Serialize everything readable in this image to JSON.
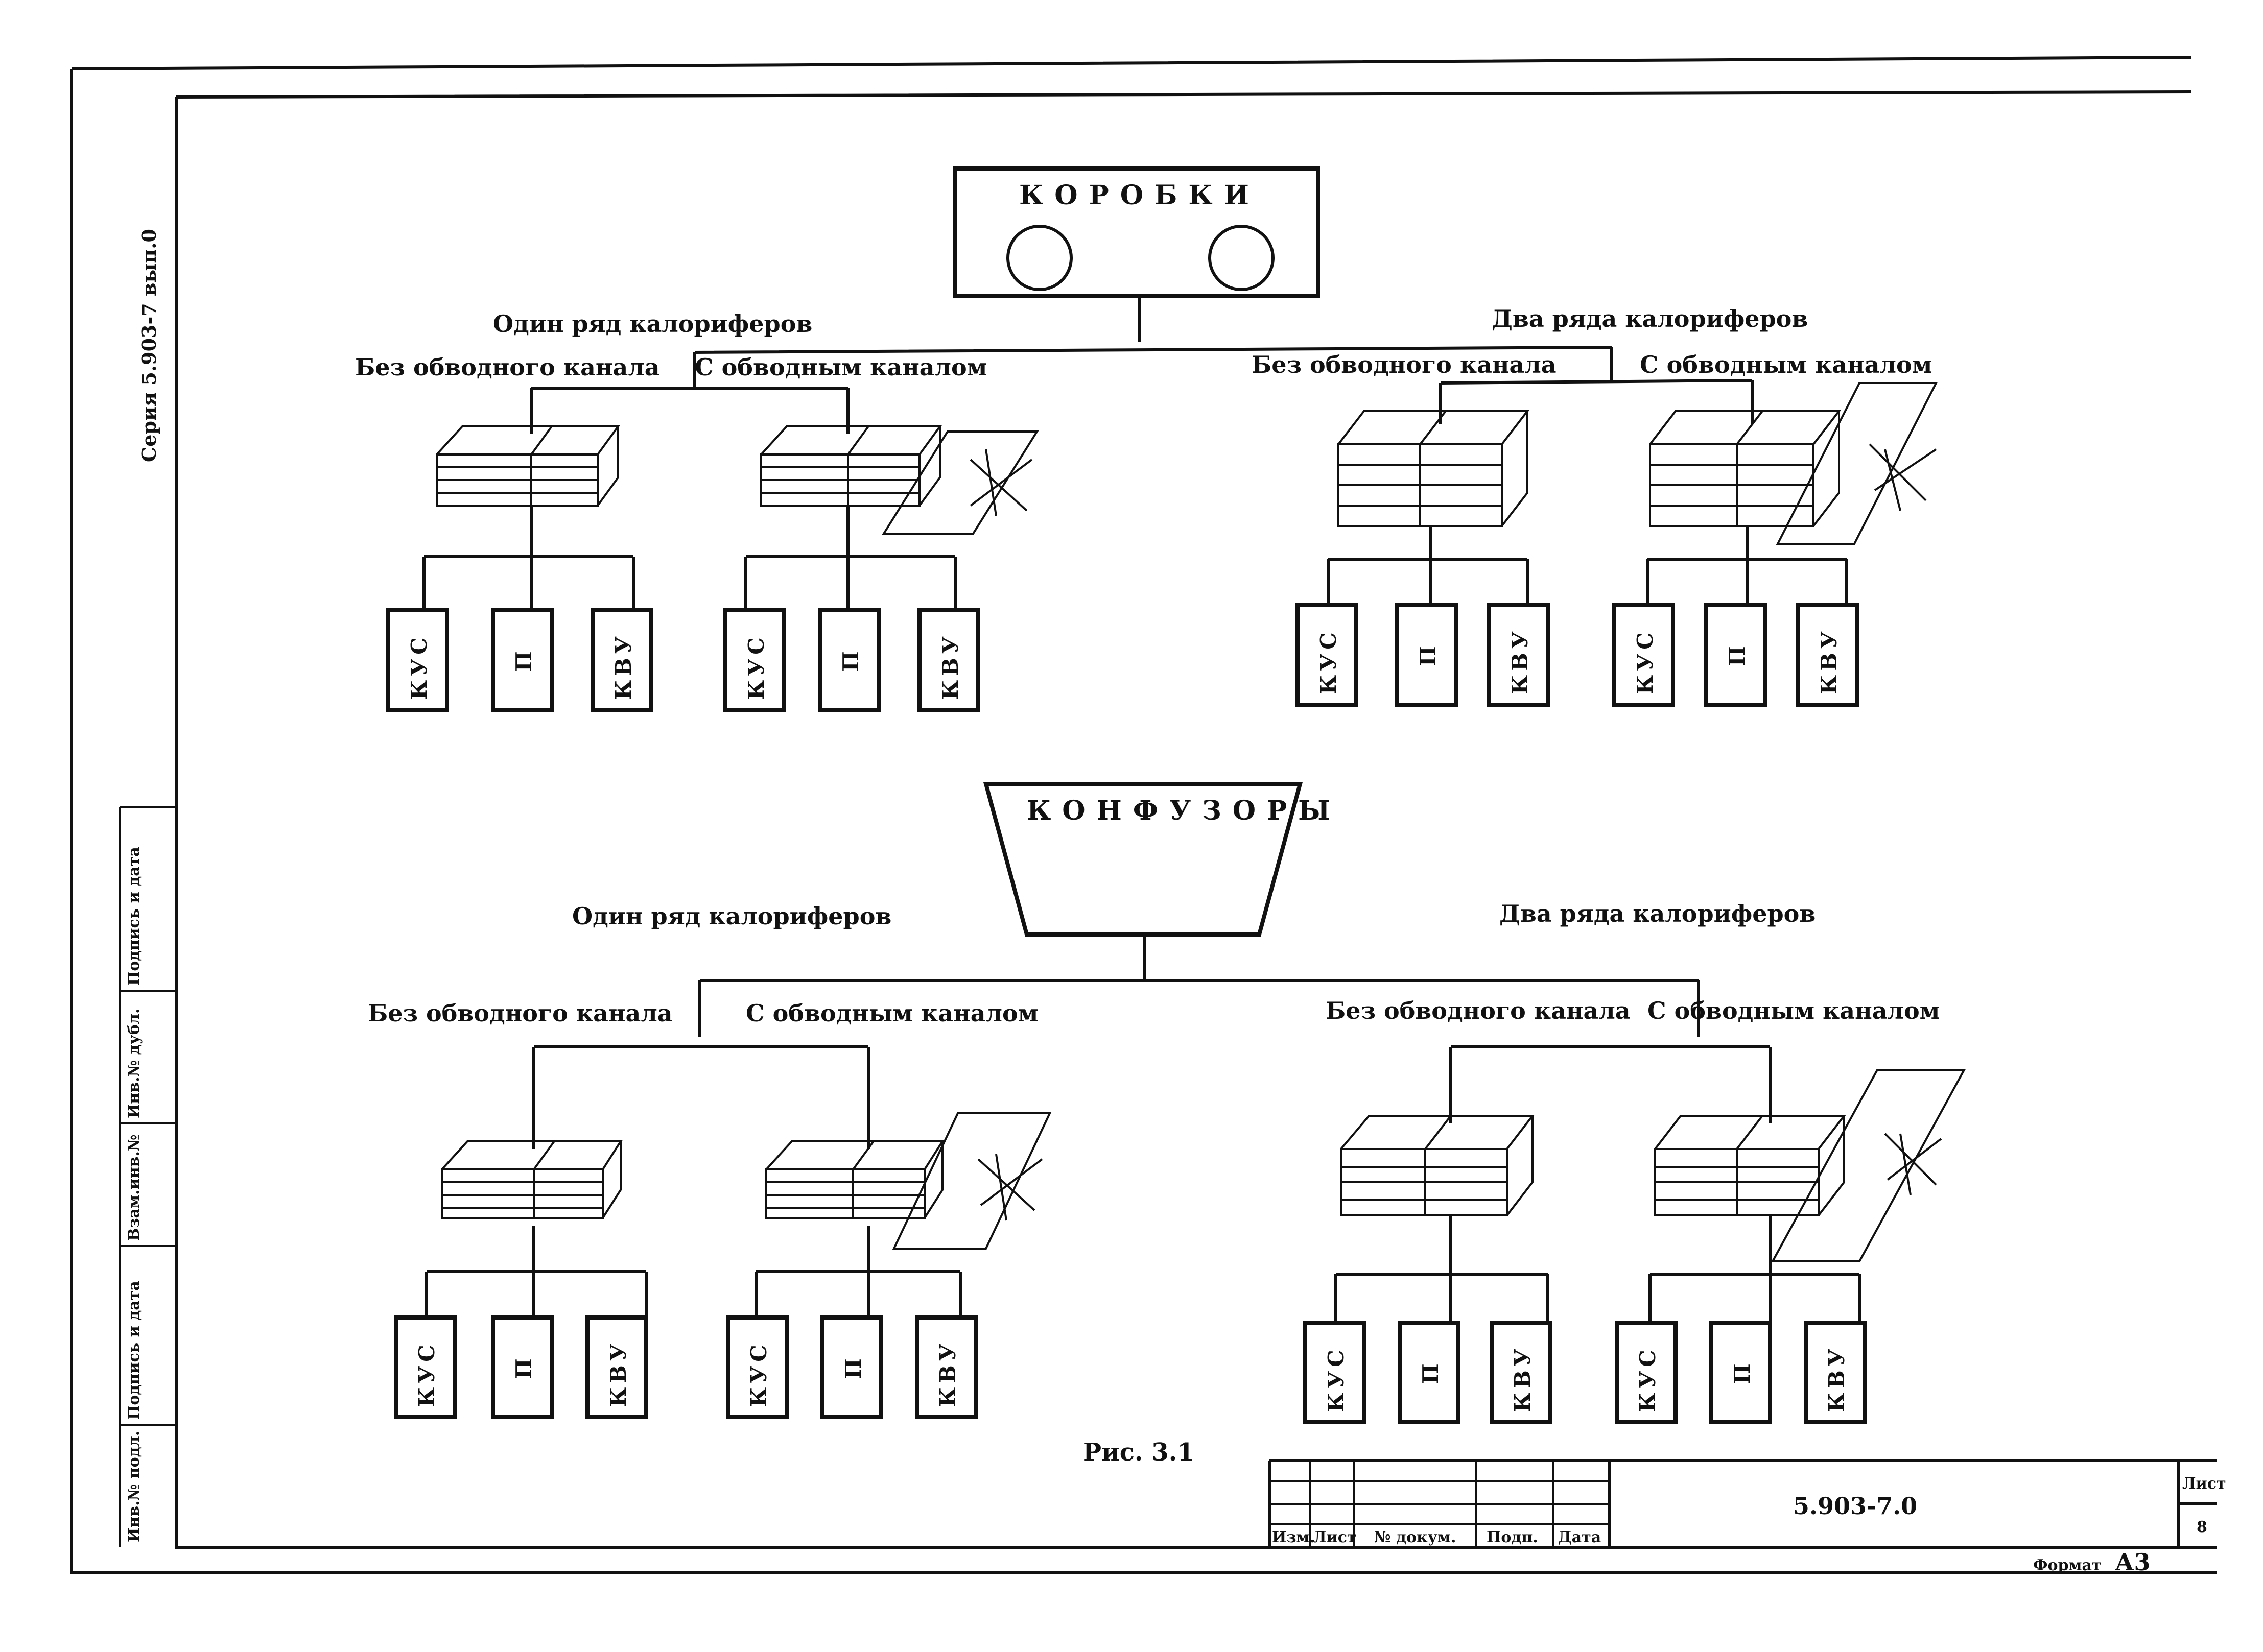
{
  "side_label": "Серия 5.903-7 вып.0",
  "side_stamps": [
    "Подпись и дата",
    "Инв.№ дубл.",
    "Взам.инв.№",
    "Подпись и дата",
    "Инв.№ подл."
  ],
  "sections": [
    {
      "title": "КОРОБКИ",
      "groups": [
        {
          "label": "Один ряд калориферов",
          "variants": [
            {
              "label": "Без обводного канала",
              "leaves": [
                "КУС",
                "П",
                "КВУ"
              ]
            },
            {
              "label": "С обводным каналом",
              "leaves": [
                "КУС",
                "П",
                "КВУ"
              ]
            }
          ]
        },
        {
          "label": "Два ряда калориферов",
          "variants": [
            {
              "label": "Без обводного канала",
              "leaves": [
                "КУС",
                "П",
                "КВУ"
              ]
            },
            {
              "label": "С обводным каналом",
              "leaves": [
                "КУС",
                "П",
                "КВУ"
              ]
            }
          ]
        }
      ]
    },
    {
      "title": "КОНФУЗОРЫ",
      "groups": [
        {
          "label": "Один ряд калориферов",
          "variants": [
            {
              "label": "Без обводного канала",
              "leaves": [
                "КУС",
                "П",
                "КВУ"
              ]
            },
            {
              "label": "С обводным каналом",
              "leaves": [
                "КУС",
                "П",
                "КВУ"
              ]
            }
          ]
        },
        {
          "label": "Два ряда калориферов",
          "variants": [
            {
              "label": "Без обводного канала",
              "leaves": [
                "КУС",
                "П",
                "КВУ"
              ]
            },
            {
              "label": "С обводным каналом",
              "leaves": [
                "КУС",
                "П",
                "КВУ"
              ]
            }
          ]
        }
      ]
    }
  ],
  "figure_caption": "Рис. 3.1",
  "title_block": {
    "columns": [
      "Изм.",
      "Лист",
      "№ докум.",
      "Подп.",
      "Дата"
    ],
    "code": "5.903-7.0",
    "sheet_label": "Лист",
    "sheet_number": "8"
  },
  "format_label": "Формат",
  "format_value": "А3"
}
